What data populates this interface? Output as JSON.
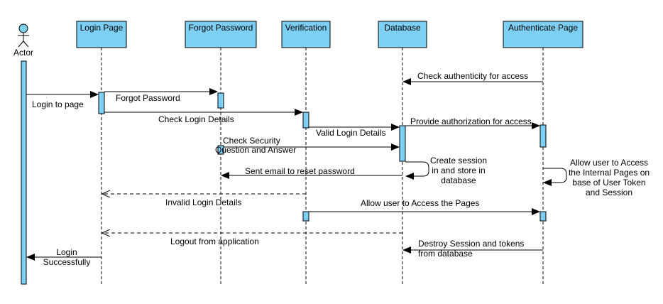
{
  "actor": {
    "label": "Actor"
  },
  "participants": [
    {
      "id": "login",
      "label": "Login Page"
    },
    {
      "id": "forgot",
      "label": "Forgot Password"
    },
    {
      "id": "verify",
      "label": "Verification"
    },
    {
      "id": "db",
      "label": "Database"
    },
    {
      "id": "auth",
      "label": "Authenticate Page"
    }
  ],
  "messages": [
    {
      "label": "Check authenticity for access"
    },
    {
      "label": "Login to page"
    },
    {
      "label": "Forgot Password"
    },
    {
      "label": "Check Login Details"
    },
    {
      "label": "Provide authorization for access"
    },
    {
      "label": "Valid Login Details"
    },
    {
      "label": [
        "Check Security",
        "Question and Answer"
      ]
    },
    {
      "label": "Sent email to reset password"
    },
    {
      "label": "Invalid Login Details"
    },
    {
      "label": "Allow user to Access the Pages"
    },
    {
      "label": "Logout from application"
    },
    {
      "label": [
        "Destroy Session and tokens",
        "from database"
      ]
    },
    {
      "label": [
        "Login",
        "Successfully"
      ]
    }
  ],
  "self_messages": [
    {
      "label": [
        "Create session",
        "in and store in",
        "database"
      ]
    },
    {
      "label": [
        "Allow user to Access",
        "the Internal Pages on",
        "base of User Token",
        "and Session"
      ]
    }
  ]
}
